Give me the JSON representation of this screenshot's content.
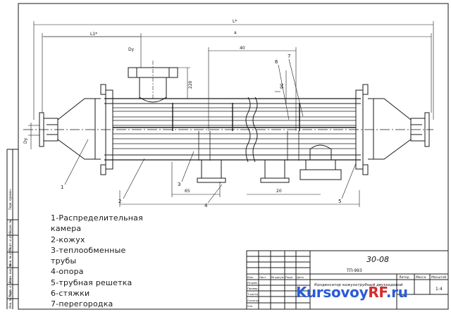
{
  "drawing": {
    "designation": "30-08",
    "sub_designation": "ТП-993",
    "title": "Конденсатор кожухотрубный двухходовой",
    "scale": "1:4",
    "sheet_labels": {
      "lit": "Литер",
      "mass": "Масса",
      "scale": "Масштаб"
    },
    "left_strip": [
      "Перв. примен.",
      "Справ. №",
      "Подп. и дата",
      "Инв. № дубл.",
      "Взам. инв. №",
      "Подп. и дата",
      "Инв. № подл."
    ],
    "title_block_rows": [
      "Изм.",
      "Лист",
      "№ докум.",
      "Подп.",
      "Дата",
      "Разраб.",
      "Провер.",
      "Т.контр.",
      "Н.контр.",
      "Утв."
    ],
    "dimensions": {
      "overall": "L*",
      "left_part": "L1*",
      "between": "a",
      "nozzle": "Dy",
      "pitch": "40",
      "heights": [
        "220",
        "90",
        "65",
        "20"
      ]
    },
    "leaders": [
      "1",
      "2",
      "3",
      "4",
      "5",
      "6",
      "7"
    ]
  },
  "legend": [
    "1-Распределительная",
    "камера",
    "2-кожух",
    "3-теплообменные",
    "трубы",
    "4-опора",
    "5-трубная решетка",
    "6-стяжки",
    "7-перегородка"
  ],
  "watermark": {
    "part1": "Kursovoy",
    "part2": "RF",
    "part3": ".ru"
  },
  "colors": {
    "line": "#1a1a1a",
    "watermark_blue": "#2a5bd7",
    "watermark_red": "#d62b2b"
  }
}
